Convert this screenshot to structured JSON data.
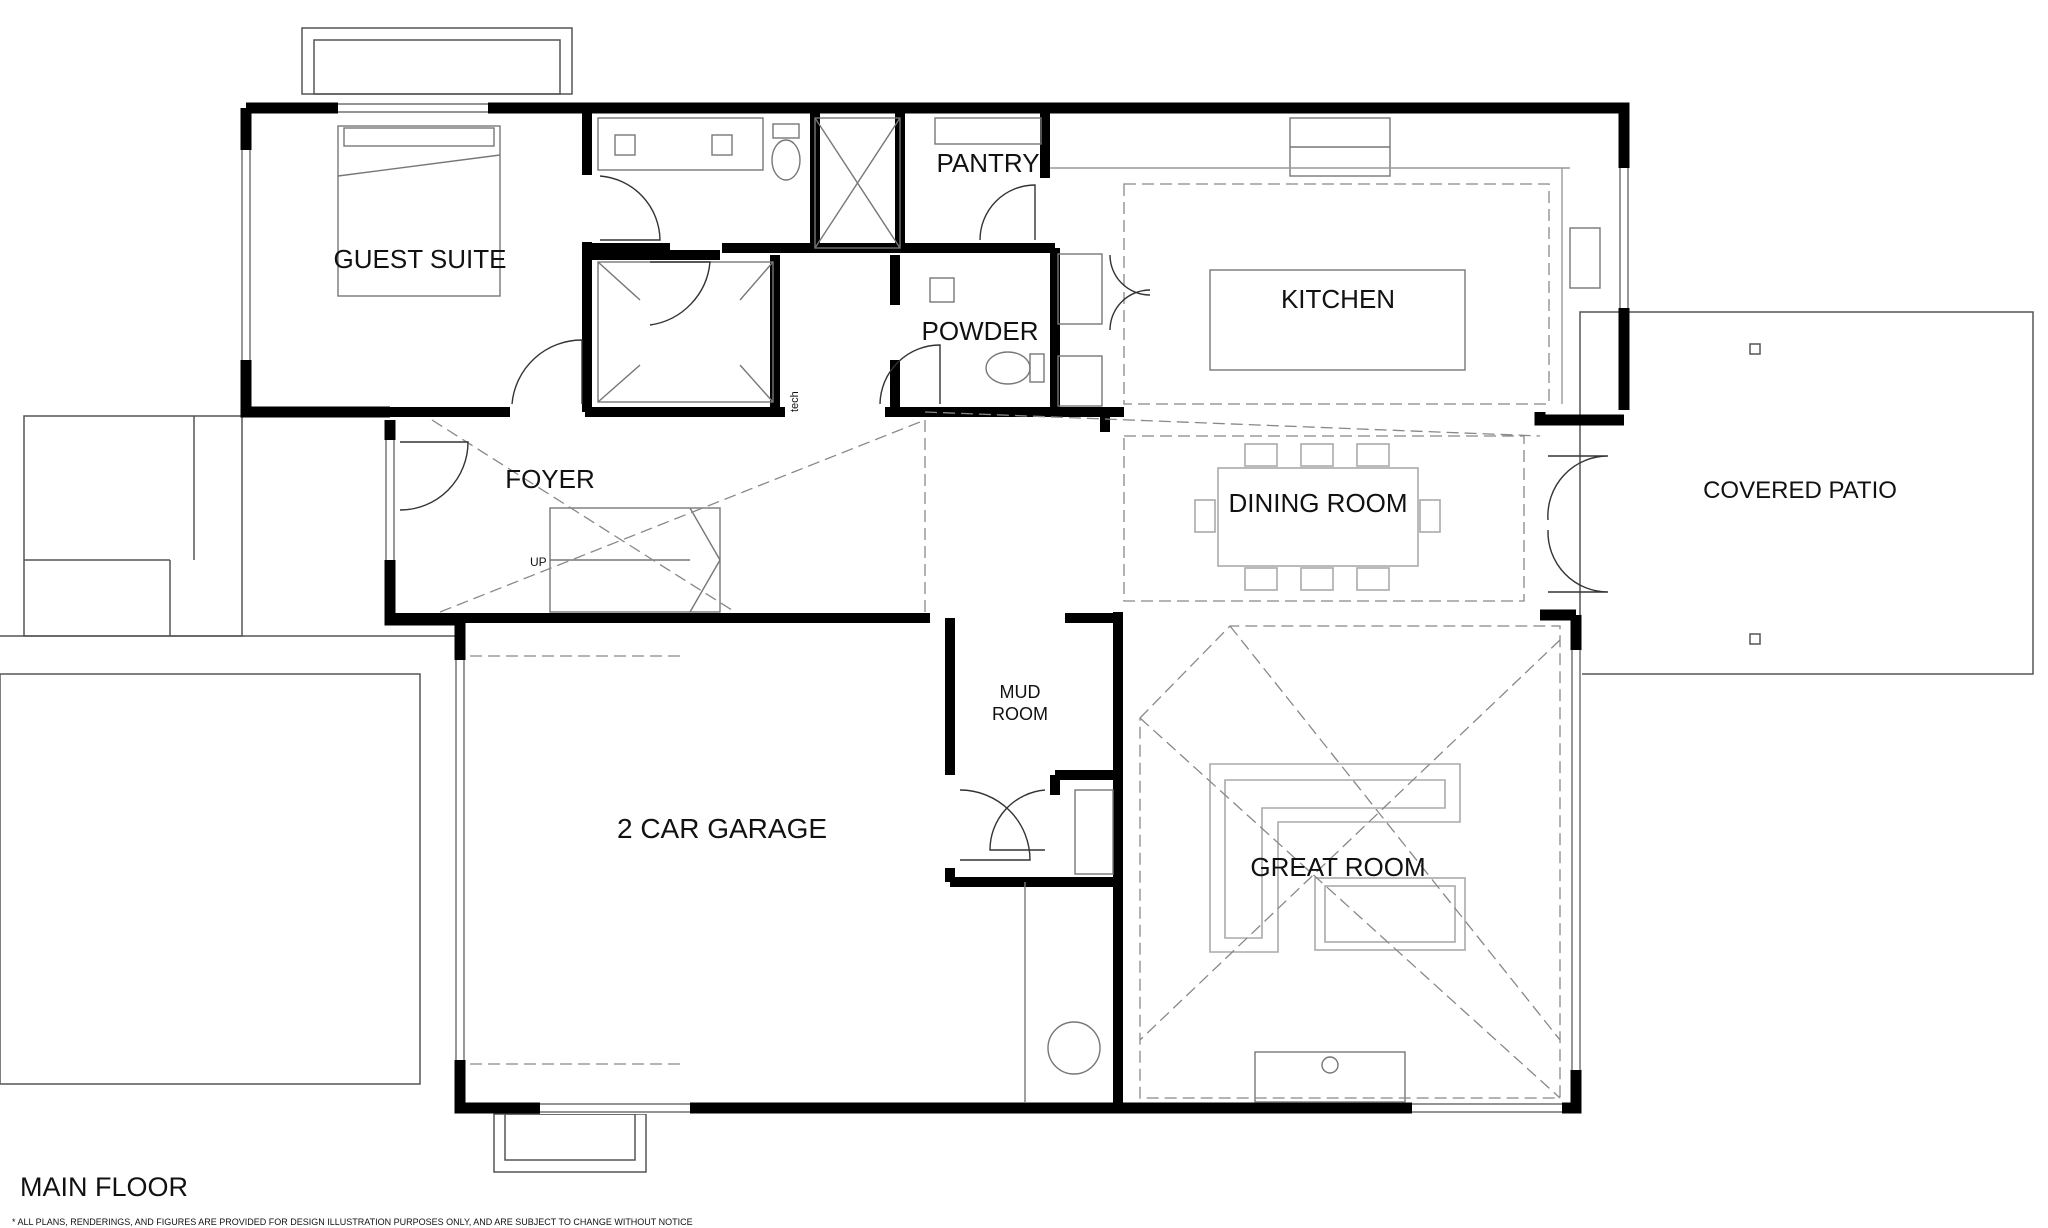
{
  "plan": {
    "title": "MAIN FLOOR",
    "disclaimer": "* ALL PLANS, RENDERINGS, AND FIGURES ARE PROVIDED FOR DESIGN ILLUSTRATION PURPOSES ONLY, AND ARE SUBJECT TO CHANGE WITHOUT NOTICE"
  },
  "rooms": {
    "guest_suite": "GUEST SUITE",
    "pantry": "PANTRY",
    "kitchen": "KITCHEN",
    "powder": "POWDER",
    "foyer": "FOYER",
    "dining_room": "DINING ROOM",
    "covered_patio": "COVERED PATIO",
    "mud_room_line1": "MUD",
    "mud_room_line2": "ROOM",
    "garage": "2 CAR GARAGE",
    "great_room": "GREAT ROOM"
  },
  "notes": {
    "stair_up": "UP",
    "tech": "tech"
  },
  "colors": {
    "wall": "#000000",
    "thin_line": "#555555",
    "dashed": "#888888",
    "furniture": "#9a9a9a"
  }
}
